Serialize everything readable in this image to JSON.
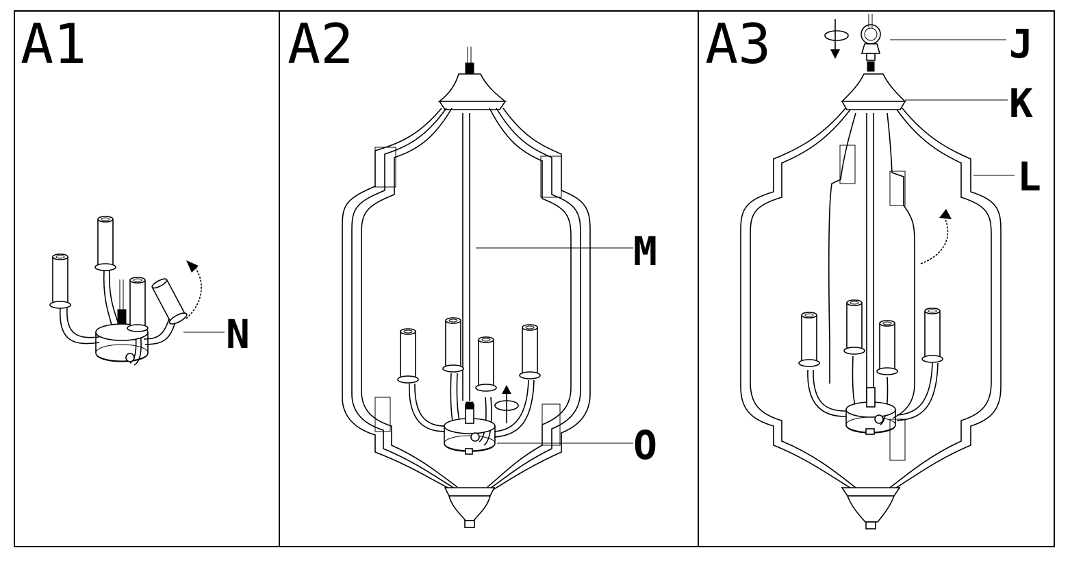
{
  "steps": [
    {
      "label": "A1"
    },
    {
      "label": "A2"
    },
    {
      "label": "A3"
    }
  ],
  "parts": {
    "N": "N",
    "M": "M",
    "O": "O",
    "J": "J",
    "K": "K",
    "L": "L"
  },
  "icons": [
    "rotate-clockwise-arrow-icon",
    "rotate-screw-arrow-icon",
    "up-arrow-icon",
    "down-arrow-icon"
  ],
  "colors": {
    "line": "#000000",
    "background": "#ffffff"
  }
}
